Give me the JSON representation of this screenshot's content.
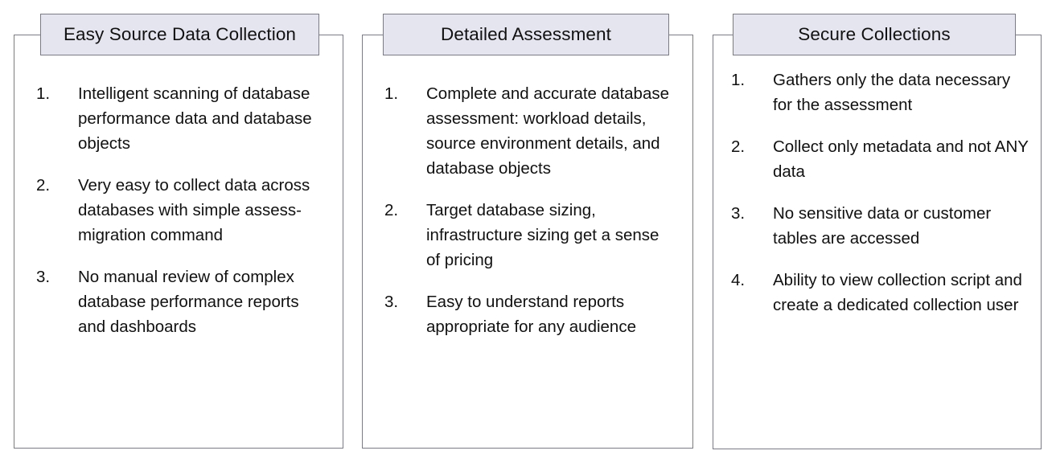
{
  "theme": {
    "header_fill": "#e5e5f0",
    "border_color": "#7b7b85",
    "text_color": "#111111",
    "background": "#ffffff"
  },
  "panels": [
    {
      "title": "Easy Source Data Collection",
      "items": [
        {
          "number": "1.",
          "text": "Intelligent scanning of database performance data and database objects"
        },
        {
          "number": "2.",
          "text": "Very easy to collect data across databases with simple assess-migration command"
        },
        {
          "number": "3.",
          "text": "No manual review of complex database performance reports and dashboards"
        }
      ]
    },
    {
      "title": "Detailed Assessment",
      "items": [
        {
          "number": "1.",
          "text": "Complete and accurate database assessment: workload details, source environment details, and database objects"
        },
        {
          "number": "2.",
          "text": "Target database sizing, infrastructure sizing get a sense of pricing"
        },
        {
          "number": "3.",
          "text": "Easy to understand reports appropriate for any audience"
        }
      ]
    },
    {
      "title": "Secure Collections",
      "items": [
        {
          "number": "1.",
          "text": "Gathers only the data necessary for the assessment"
        },
        {
          "number": "2.",
          "text": "Collect only metadata and not ANY data"
        },
        {
          "number": "3.",
          "text": "No sensitive data or customer tables are accessed"
        },
        {
          "number": "4.",
          "text": "Ability to view collection script and create a dedicated collection user"
        }
      ]
    }
  ]
}
